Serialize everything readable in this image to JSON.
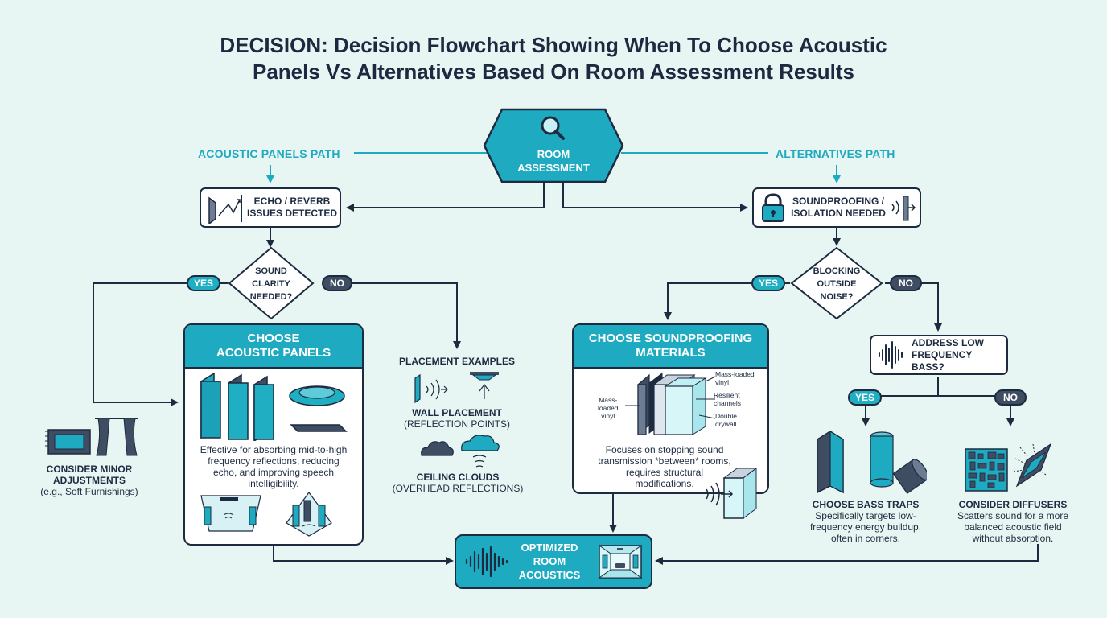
{
  "title": {
    "line1": "DECISION: Decision Flowchart Showing When To Choose Acoustic",
    "line2": "Panels Vs Alternatives Based On Room Assessment Results"
  },
  "start": {
    "line1": "ROOM",
    "line2": "ASSESSMENT",
    "icon": "magnifier-icon"
  },
  "paths": {
    "left": "ACOUSTIC PANELS PATH",
    "right": "ALTERNATIVES PATH"
  },
  "left": {
    "issue": {
      "line1": "ECHO / REVERB",
      "line2": "ISSUES DETECTED"
    },
    "question": {
      "line1": "SOUND",
      "line2": "CLARITY",
      "line3": "NEEDED?"
    },
    "yes": "YES",
    "no": "NO",
    "panels_card": {
      "title1": "CHOOSE",
      "title2": "ACOUSTIC PANELS",
      "desc1": "Effective for absorbing mid-to-high",
      "desc2": "frequency reflections, reducing",
      "desc3": "echo, and improving speech",
      "desc4": "intelligibility."
    },
    "minor": {
      "line1": "CONSIDER MINOR",
      "line2": "ADJUSTMENTS",
      "line3": "(e.g., Soft Furnishings)"
    },
    "placement": {
      "title": "PLACEMENT EXAMPLES",
      "wall": "WALL PLACEMENT",
      "wall_sub": "(REFLECTION POINTS)",
      "ceiling": "CEILING CLOUDS",
      "ceiling_sub": "(OVERHEAD REFLECTIONS)"
    }
  },
  "right": {
    "issue": {
      "line1": "SOUNDPROOFING /",
      "line2": "ISOLATION NEEDED"
    },
    "question": {
      "line1": "BLOCKING",
      "line2": "OUTSIDE",
      "line3": "NOISE?"
    },
    "yes": "YES",
    "no": "NO",
    "soundproof_card": {
      "title1": "CHOOSE SOUNDPROOFING",
      "title2": "MATERIALS",
      "label_mlv_top1": "Mass-loaded",
      "label_mlv_top2": "vinyl",
      "label_mlv_left1": "Mass-",
      "label_mlv_left2": "loaded",
      "label_mlv_left3": "vinyl",
      "label_rc1": "Resilient",
      "label_rc2": "channels",
      "label_dd1": "Double",
      "label_dd2": "drywall",
      "desc1": "Focuses on stopping sound",
      "desc2": "transmission *between* rooms,",
      "desc3": "requires structural",
      "desc4": "modifications."
    },
    "bass_question": {
      "line1": "ADDRESS LOW",
      "line2": "FREQUENCY BASS?"
    },
    "yes2": "YES",
    "no2": "NO",
    "bass_traps": {
      "title": "CHOOSE BASS TRAPS",
      "desc1": "Specifically targets low-",
      "desc2": "frequency energy buildup,",
      "desc3": "often in corners."
    },
    "diffusers": {
      "title": "CONSIDER DIFFUSERS",
      "desc1": "Scatters sound for a more",
      "desc2": "balanced acoustic field",
      "desc3": "without absorption."
    }
  },
  "end": {
    "line1": "OPTIMIZED",
    "line2": "ROOM",
    "line3": "ACOUSTICS"
  },
  "colors": {
    "background": "#e8f6f3",
    "accent": "#1eaac0",
    "dark": "#1d2b40",
    "slate": "#3f4d62"
  }
}
